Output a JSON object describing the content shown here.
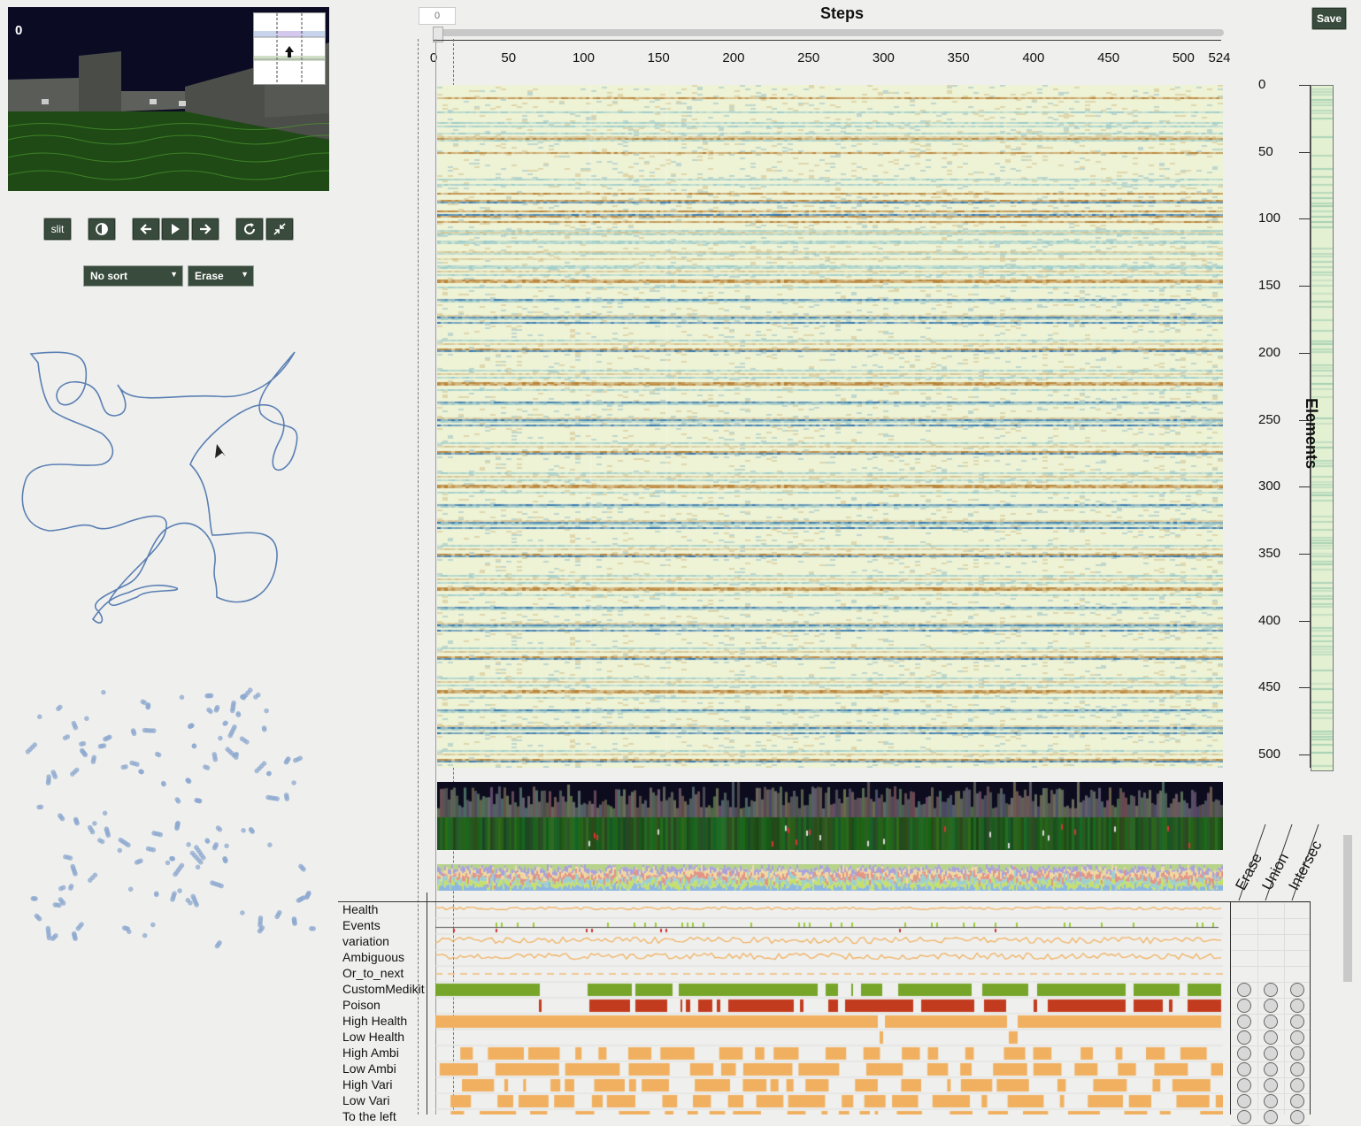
{
  "game": {
    "frame_counter": "0"
  },
  "controls": {
    "slit_label": "slit",
    "sort_select_value": "No sort",
    "mode_select_value": "Erase"
  },
  "toolbar": {
    "save_label": "Save"
  },
  "steps": {
    "title": "Steps",
    "current_step": "0",
    "ticks": [
      "0",
      "50",
      "100",
      "150",
      "200",
      "250",
      "300",
      "350",
      "400",
      "450",
      "500",
      "524"
    ]
  },
  "elements": {
    "title": "Elements",
    "ticks": [
      "0",
      "50",
      "100",
      "150",
      "200",
      "250",
      "300",
      "350",
      "400",
      "450",
      "500"
    ]
  },
  "rows": {
    "labels": [
      "Health",
      "Events",
      "variation",
      "Ambiguous",
      "Or_to_next",
      "CustomMedikit",
      "Poison",
      "High Health",
      "Low Health",
      "High Ambi",
      "Low Ambi",
      "High Vari",
      "Low Vari",
      "To the left"
    ]
  },
  "set_ops": {
    "columns": [
      "Erase",
      "Union",
      "Intersec"
    ]
  },
  "colors": {
    "accent_dark": "#394b3c",
    "health_line": "#f0b060",
    "custom_medikit": "#76a52a",
    "poison": "#c33b1e",
    "trajectory": "#5b7fb3"
  },
  "icons": {
    "contrast": "contrast-icon",
    "prev": "arrow-left-icon",
    "play": "play-icon",
    "next": "arrow-right-icon",
    "reload": "reload-icon",
    "collapse": "collapse-icon"
  }
}
